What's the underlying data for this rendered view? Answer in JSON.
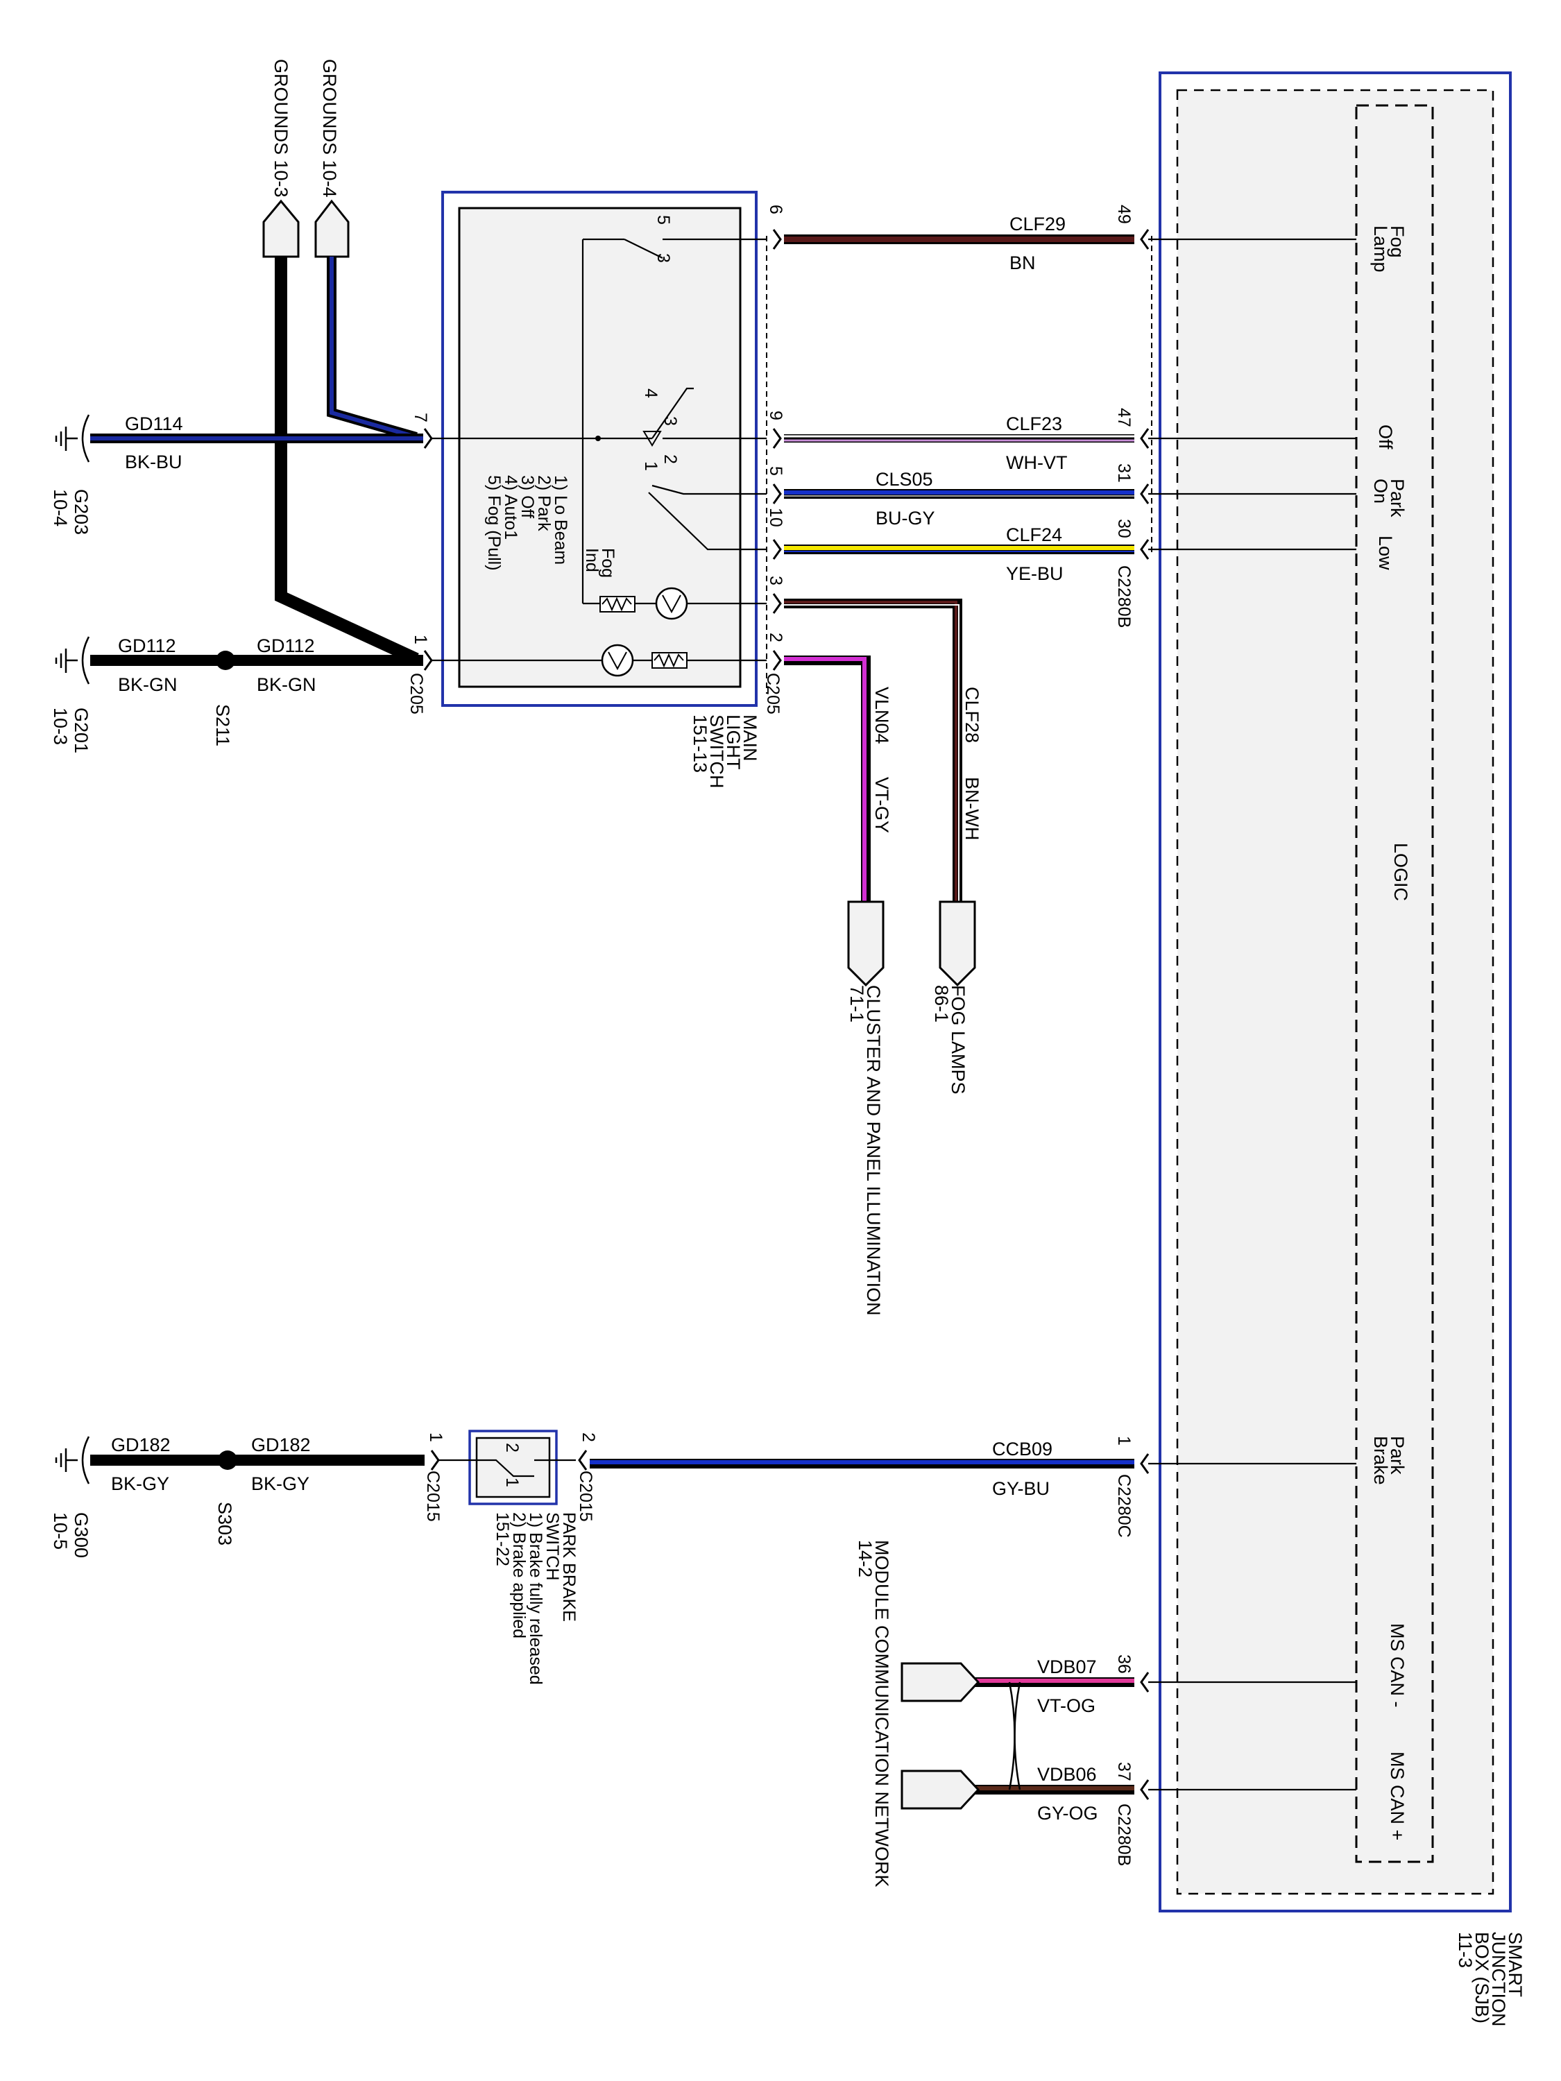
{
  "colors": {
    "black": "#000000",
    "blue_border": "#2233aa",
    "box_fill": "#f2f2f2",
    "bk_bu": "#1a2aa0",
    "brown": "#5a1a1a",
    "white": "#ffffff",
    "violet": "#c98fd8",
    "blue": "#1530c8",
    "gray": "#a0a0a0",
    "yellow": "#f5e800",
    "magenta": "#d22fd2",
    "orange": "#e87a1a",
    "pink": "#e23a9a"
  },
  "grounds": {
    "g10_3": "GROUNDS 10-3",
    "g10_4": "GROUNDS 10-4",
    "g203_id": "G203",
    "g203_ref": "10-4",
    "g201_id": "G201",
    "g201_ref": "10-3",
    "g300_id": "G300",
    "g300_ref": "10-5"
  },
  "splices": {
    "s211": "S211",
    "s303": "S303"
  },
  "wires": {
    "gd114": {
      "circuit": "GD114",
      "color": "BK-BU"
    },
    "gd112a": {
      "circuit": "GD112",
      "color": "BK-GN"
    },
    "gd112b": {
      "circuit": "GD112",
      "color": "BK-GN"
    },
    "gd182a": {
      "circuit": "GD182",
      "color": "BK-GY"
    },
    "gd182b": {
      "circuit": "GD182",
      "color": "BK-GY"
    },
    "clf29": {
      "circuit": "CLF29",
      "color": "BN"
    },
    "clf23": {
      "circuit": "CLF23",
      "color": "WH-VT"
    },
    "cls05": {
      "circuit": "CLS05",
      "color": "BU-GY"
    },
    "clf24": {
      "circuit": "CLF24",
      "color": "YE-BU"
    },
    "clf28": {
      "circuit": "CLF28",
      "color": "BN-WH"
    },
    "vln04": {
      "circuit": "VLN04",
      "color": "VT-GY"
    },
    "ccb09": {
      "circuit": "CCB09",
      "color": "GY-BU"
    },
    "vdb07": {
      "circuit": "VDB07",
      "color": "VT-OG"
    },
    "vdb06": {
      "circuit": "VDB06",
      "color": "GY-OG"
    }
  },
  "pins": {
    "c205_7": "7",
    "c205_1": "1",
    "sw_6": "6",
    "sw_9": "9",
    "sw_5": "5",
    "sw_10": "10",
    "sw_3": "3",
    "sw_2": "2",
    "sjb_49": "49",
    "sjb_47": "47",
    "sjb_31": "31",
    "sjb_30": "30",
    "pb_1": "1",
    "pb_2": "2",
    "sjb_c1": "1",
    "sjb_36": "36",
    "sjb_37": "37",
    "sw_int_5": "5",
    "sw_int_3a": "3",
    "sw_int_4": "4",
    "sw_int_3b": "3",
    "sw_int_2": "2",
    "sw_int_1": "1",
    "pb_int_2": "2",
    "pb_int_1": "1"
  },
  "connectors": {
    "c205_left": "C205",
    "c205_right": "C205",
    "c2280b_top": "C2280B",
    "c2280b_bottom": "C2280B",
    "c2280c": "C2280C",
    "c2015_left": "C2015",
    "c2015_right": "C2015"
  },
  "main_switch": {
    "positions": [
      "1) Lo Beam",
      "2) Park",
      "3) Off",
      "4) Auto1",
      "5) Fog (Pull)"
    ],
    "fog_ind": [
      "Fog",
      "Ind"
    ],
    "title": [
      "MAIN",
      "LIGHT",
      "SWITCH",
      "151-13"
    ]
  },
  "park_brake": {
    "lines": [
      "PARK BRAKE",
      "SWITCH",
      "1) Brake fully released",
      "2) Brake applied",
      "151-22"
    ]
  },
  "destinations": {
    "fog_lamps": [
      "FOG LAMPS",
      "86-1"
    ],
    "cluster": [
      "CLUSTER AND PANEL ILLUMINATION",
      "71-1"
    ],
    "network": [
      "MODULE COMMUNICATION NETWORK",
      "14-2"
    ]
  },
  "sjb": {
    "fog_lamp": [
      "Fog",
      "Lamp"
    ],
    "off": "Off",
    "park_on": [
      "Park",
      "On"
    ],
    "low": "Low",
    "logic": "LOGIC",
    "park_brake": [
      "Park",
      "Brake"
    ],
    "ms_can_minus": "MS CAN -",
    "ms_can_plus": "MS CAN +",
    "title": [
      "SMART",
      "JUNCTION",
      "BOX (SJB)",
      "11-3"
    ]
  }
}
